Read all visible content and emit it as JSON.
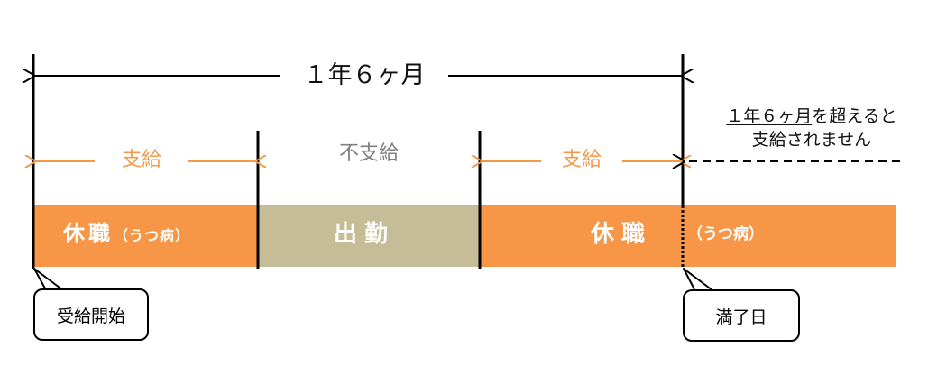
{
  "span_label": "１年６ヶ月",
  "segments": [
    {
      "label": "支給",
      "bar_label": "休職",
      "bar_sub": "（うつ病）"
    },
    {
      "label": "不支給",
      "bar_label": "出勤"
    },
    {
      "label": "支給",
      "bar_label": "休職",
      "bar_sub": "（うつ病）"
    }
  ],
  "note": {
    "line1_underlined": "１年６ヶ月",
    "line1_rest": "を超えると",
    "line2": "支給されません"
  },
  "callouts": {
    "start": "受給開始",
    "end": "満了日"
  },
  "colors": {
    "leave_bar": "#f79646",
    "work_bar": "#c4bd97",
    "pay_arrow": "#f39a4a",
    "no_pay_text": "#7f7f7f"
  }
}
